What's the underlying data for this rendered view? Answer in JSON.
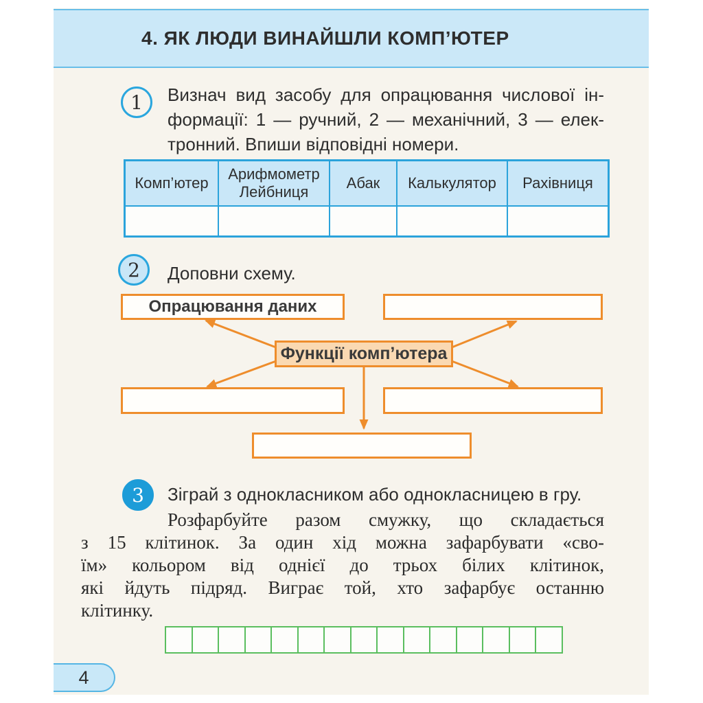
{
  "header": {
    "title": "4. ЯК ЛЮДИ ВИНАЙШЛИ КОМП’ЮТЕР"
  },
  "task1": {
    "number": "1",
    "lines": [
      "Визнач вид засобу для опрацювання числової ін-",
      "формації: 1 — ручний, 2 — механічний, 3 — елек-",
      "тронний. Впиши відповідні номери."
    ]
  },
  "table": {
    "headers": [
      "Комп’ютер",
      "Арифмометр Лейбниця",
      "Абак",
      "Калькулятор",
      "Рахівниця"
    ],
    "row": [
      "",
      "",
      "",
      "",
      ""
    ]
  },
  "task2": {
    "number": "2",
    "text": "Доповни схему."
  },
  "diagram": {
    "top_left": "Опрацювання даних",
    "top_right": "",
    "center": "Функції комп’ютера",
    "mid_left": "",
    "mid_right": "",
    "bottom": ""
  },
  "task3": {
    "number": "3",
    "intro": "Зіграй з однокласником або однокласницею в гру.",
    "lines": [
      "Розфарбуйте разом смужку, що складається",
      "з 15 клітинок. За один хід можна зафарбувати «сво-",
      "їм» кольором від однієї до трьох білих клітинок,",
      "які йдуть підряд. Виграє той, хто зафарбує останню",
      "клітинку."
    ]
  },
  "strip": {
    "cells": 15
  },
  "page_number": "4",
  "colors": {
    "page_background": "#f7f4ed",
    "band_fill": "#cbe8f8",
    "band_line": "#68bee8",
    "blue_accent": "#2aa6de",
    "table_border": "#2ba3db",
    "table_header_fill": "#c9e7f8",
    "orange": "#ee8d2c",
    "peach_fill": "#fad9b2",
    "green": "#5abe5e",
    "badge3_fill": "#1d9cd8"
  }
}
